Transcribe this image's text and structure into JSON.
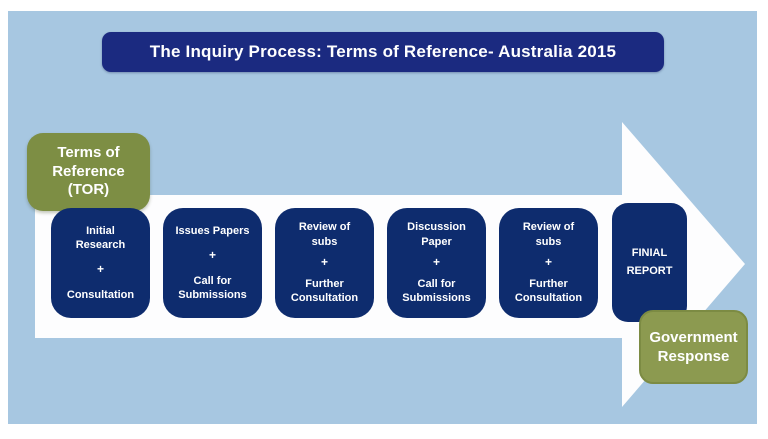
{
  "title": "The Inquiry Process: Terms of Reference- Australia 2015",
  "tor": {
    "label": "Terms of\nReference\n(TOR)"
  },
  "government": {
    "label": "Government\nResponse"
  },
  "steps": [
    {
      "top": "Initial\nResearch",
      "plus": "+",
      "bottom": "Consultation"
    },
    {
      "top": "Issues Papers",
      "plus": "+",
      "bottom": "Call for\nSubmissions"
    },
    {
      "top": "Review of\nsubs",
      "plus": "+",
      "bottom": "Further\nConsultation"
    },
    {
      "top": "Discussion\nPaper",
      "plus": "+",
      "bottom": "Call for\nSubmissions"
    },
    {
      "top": "Review of\nsubs",
      "plus": "+",
      "bottom": "Further\nConsultation"
    }
  ],
  "final_step": {
    "label": "FINIAL\nREPORT"
  },
  "colors": {
    "background_blue": "#a7c7e1",
    "title_navy": "#1b2a80",
    "step_navy": "#0e2c6e",
    "tor_olive": "#7d8e44",
    "government_olive": "#8c9a50",
    "arrow_white": "#fdfdfe",
    "text_white": "#ffffff"
  }
}
